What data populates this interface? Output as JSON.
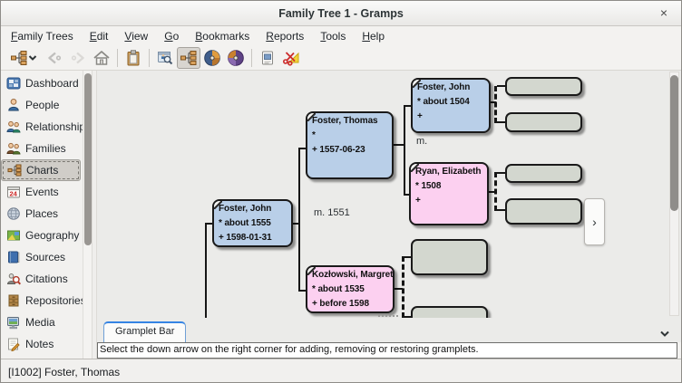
{
  "window": {
    "title": "Family Tree 1 - Gramps",
    "close_glyph": "×"
  },
  "menubar": {
    "items": [
      "Family Trees",
      "Edit",
      "View",
      "Go",
      "Bookmarks",
      "Reports",
      "Tools",
      "Help"
    ]
  },
  "toolbar": {
    "icons": [
      "pedigree-icon",
      "dropdown-chevron-icon",
      "back-icon",
      "forward-icon",
      "home-icon",
      "clipboard-icon",
      "chart-search-view-icon",
      "pedigree-view-icon",
      "fan-chart-view-icon",
      "full-fan-chart-view-icon",
      "print-icon",
      "scissors-icon"
    ],
    "active_view": "pedigree"
  },
  "sidebar": {
    "items": [
      {
        "label": "Dashboard",
        "icon": "dashboard-icon",
        "selected": false
      },
      {
        "label": "People",
        "icon": "people-icon",
        "selected": false
      },
      {
        "label": "Relationships",
        "icon": "relationships-icon",
        "selected": false
      },
      {
        "label": "Families",
        "icon": "families-icon",
        "selected": false
      },
      {
        "label": "Charts",
        "icon": "charts-icon",
        "selected": true
      },
      {
        "label": "Events",
        "icon": "events-icon",
        "selected": false
      },
      {
        "label": "Places",
        "icon": "places-icon",
        "selected": false
      },
      {
        "label": "Geography",
        "icon": "geography-icon",
        "selected": false
      },
      {
        "label": "Sources",
        "icon": "sources-icon",
        "selected": false
      },
      {
        "label": "Citations",
        "icon": "citations-icon",
        "selected": false
      },
      {
        "label": "Repositories",
        "icon": "repositories-icon",
        "selected": false
      },
      {
        "label": "Media",
        "icon": "media-icon",
        "selected": false
      },
      {
        "label": "Notes",
        "icon": "notes-icon",
        "selected": false
      }
    ]
  },
  "pedigree": {
    "people": [
      {
        "name": "Foster, John",
        "birth": "* about 1555",
        "death": "+ 1598-01-31",
        "sex": "male"
      },
      {
        "name": "Foster, Thomas",
        "birth": "*",
        "death": "+ 1557-06-23",
        "sex": "male"
      },
      {
        "name": "Kozłowski, Margret",
        "birth": "* about 1535",
        "death": "+ before 1598",
        "sex": "female"
      },
      {
        "name": "Foster, John",
        "birth": "* about 1504",
        "death": "+",
        "sex": "male"
      },
      {
        "name": "Ryan, Elizabeth",
        "birth": "* 1508",
        "death": "+",
        "sex": "female"
      }
    ],
    "marriages": [
      {
        "label": "m. 1551"
      },
      {
        "label": "m."
      }
    ],
    "empty_box_count": 6,
    "nav_right_glyph": "›"
  },
  "gramplet_bar": {
    "tab": "Gramplet Bar",
    "message": "Select the down arrow on the right corner for adding, removing or restoring gramplets."
  },
  "statusbar": {
    "text": "[I1002] Foster, Thomas"
  },
  "colors": {
    "male_box": "#b9cfe8",
    "female_box": "#fcd0f0",
    "unknown_box": "#d3d7cf",
    "canvas_bg": "#ebebe9",
    "selection_bg": "#d0cdc8",
    "tab_accent": "#3584e4"
  }
}
